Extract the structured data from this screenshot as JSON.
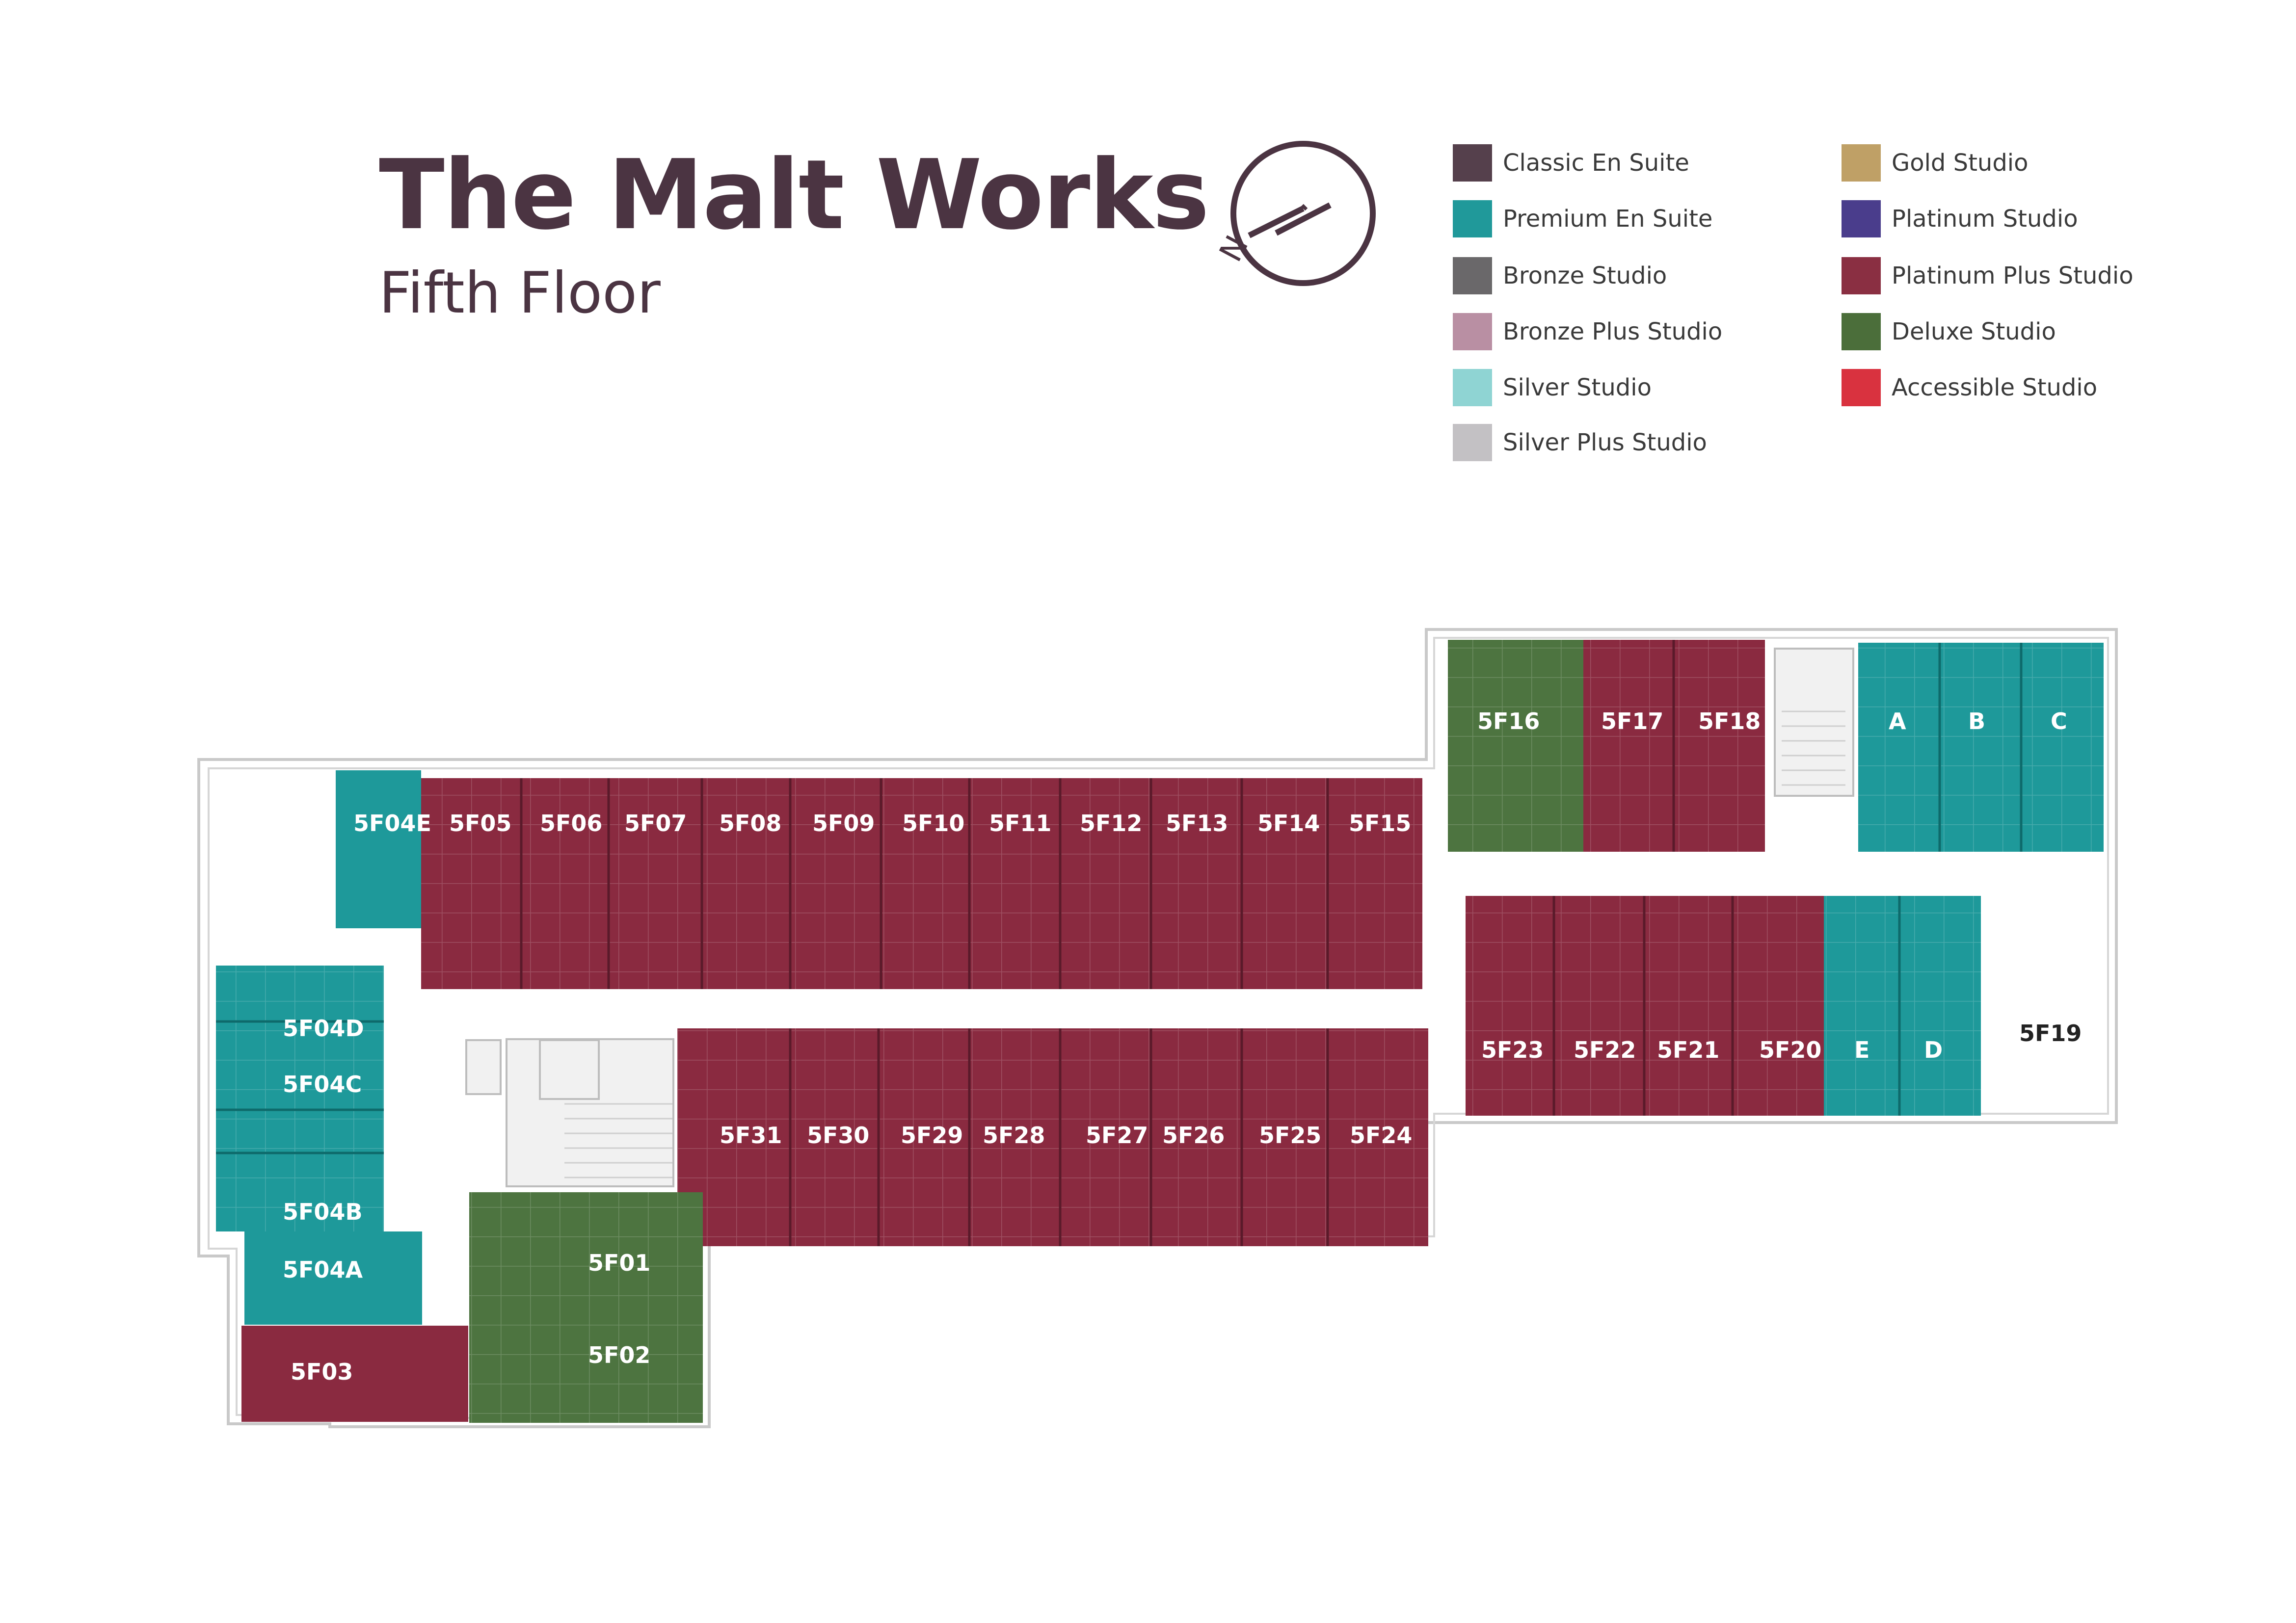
{
  "header": {
    "title": "The Malt Works",
    "subtitle": "Fifth Floor",
    "north_label": "N"
  },
  "colors": {
    "classic": "#55404c",
    "premium": "#20999a",
    "bronze": "#6a686a",
    "bronze_plus": "#b98fa3",
    "silver": "#8fd4d3",
    "silver_plus": "#c3c1c4",
    "gold": "#bfa066",
    "platinum": "#4a3d8c",
    "platinum_plus": "#8a2f42",
    "deluxe": "#4b6e3a",
    "accessible": "#d9323f",
    "room_fill_red": "#8a2a40",
    "room_fill_teal": "#1e999a",
    "room_fill_green": "#4d7440"
  },
  "legend": {
    "left": [
      {
        "label": "Classic En Suite",
        "color": "#55404c"
      },
      {
        "label": "Premium En Suite",
        "color": "#20999a"
      },
      {
        "label": "Bronze Studio",
        "color": "#6a686a"
      },
      {
        "label": "Bronze Plus Studio",
        "color": "#b98fa3"
      },
      {
        "label": "Silver Studio",
        "color": "#8fd4d3"
      },
      {
        "label": "Silver Plus Studio",
        "color": "#c3c1c4"
      }
    ],
    "right": [
      {
        "label": "Gold Studio",
        "color": "#bfa066"
      },
      {
        "label": "Platinum Studio",
        "color": "#4a3d8c"
      },
      {
        "label": "Platinum Plus Studio",
        "color": "#8a2f42"
      },
      {
        "label": "Deluxe Studio",
        "color": "#4b6e3a"
      },
      {
        "label": "Accessible Studio",
        "color": "#d9323f"
      }
    ]
  },
  "rooms": {
    "r5F04E": "5F04E",
    "r5F05": "5F05",
    "r5F06": "5F06",
    "r5F07": "5F07",
    "r5F08": "5F08",
    "r5F09": "5F09",
    "r5F10": "5F10",
    "r5F11": "5F11",
    "r5F12": "5F12",
    "r5F13": "5F13",
    "r5F14": "5F14",
    "r5F15": "5F15",
    "r5F16": "5F16",
    "r5F17": "5F17",
    "r5F18": "5F18",
    "rA": "A",
    "rB": "B",
    "rC": "C",
    "r5F04D": "5F04D",
    "r5F04C": "5F04C",
    "r5F04B": "5F04B",
    "r5F04A": "5F04A",
    "r5F03": "5F03",
    "r5F01": "5F01",
    "r5F02": "5F02",
    "r5F31": "5F31",
    "r5F30": "5F30",
    "r5F29": "5F29",
    "r5F28": "5F28",
    "r5F27": "5F27",
    "r5F26": "5F26",
    "r5F25": "5F25",
    "r5F24": "5F24",
    "r5F23": "5F23",
    "r5F22": "5F22",
    "r5F21": "5F21",
    "r5F20": "5F20",
    "rE": "E",
    "rD": "D",
    "r5F19": "5F19"
  }
}
